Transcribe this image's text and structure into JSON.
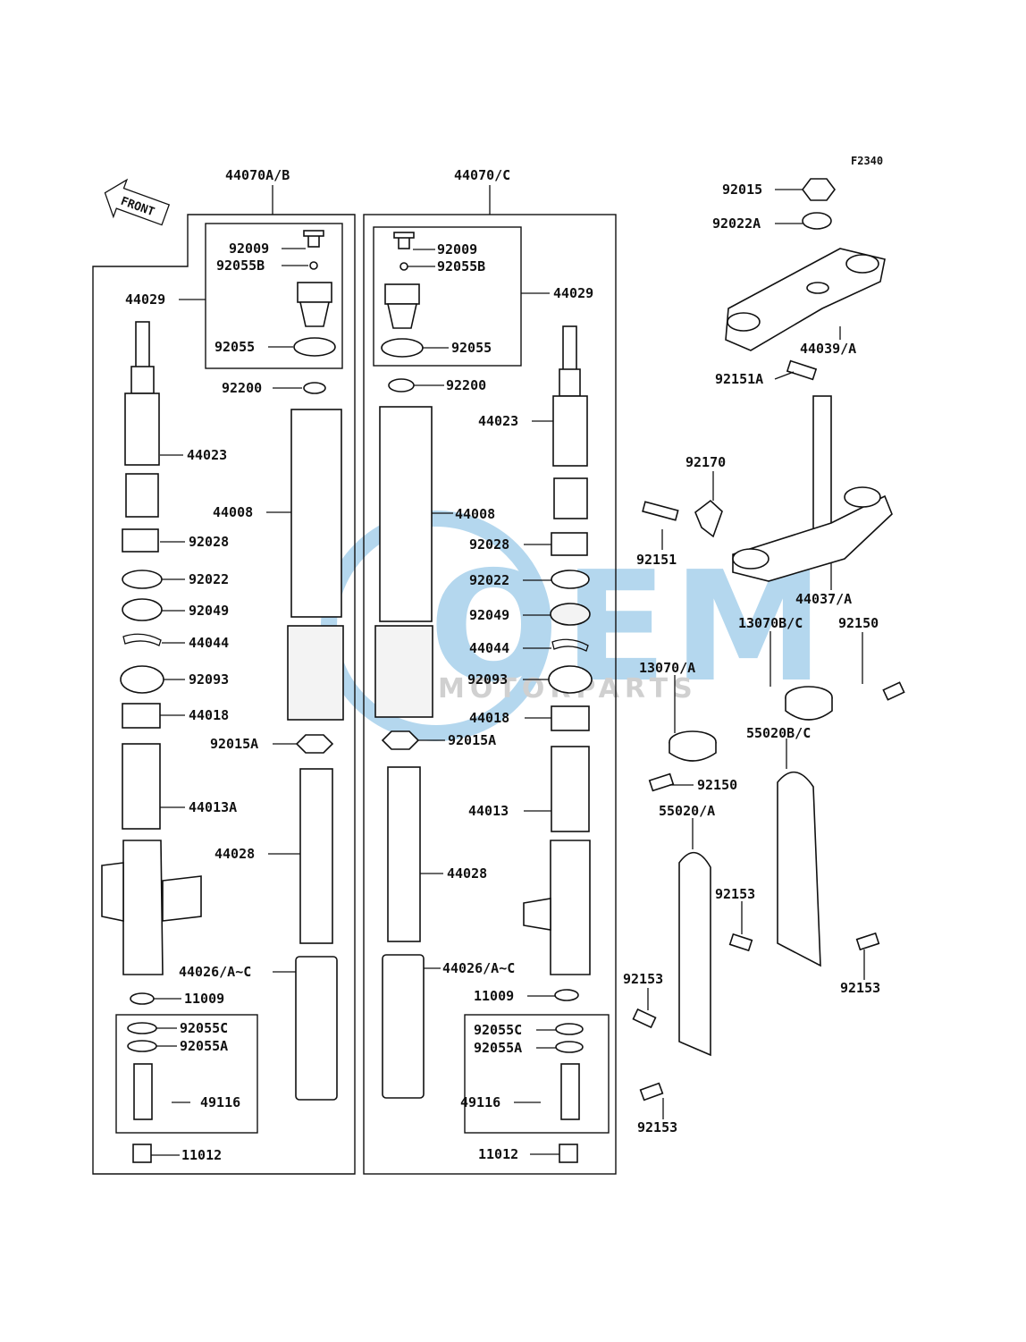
{
  "figure_code": "F2340",
  "front_label": "FRONT",
  "watermark": {
    "brand": "OEM",
    "sub": "MOTORPARTS",
    "color": "#2a8fd0"
  },
  "left_assembly": {
    "title": "44070A/B",
    "labels": {
      "p92009": "92009",
      "p92055B": "92055B",
      "p44029": "44029",
      "p92055": "92055",
      "p92200": "92200",
      "p44023": "44023",
      "p44008": "44008",
      "p92028": "92028",
      "p92022": "92022",
      "p92049": "92049",
      "p44044": "44044",
      "p92093": "92093",
      "p44018": "44018",
      "p92015A": "92015A",
      "p44013A": "44013A",
      "p44028": "44028",
      "p44026": "44026/A~C",
      "p11009": "11009",
      "p92055C": "92055C",
      "p92055A": "92055A",
      "p49116": "49116",
      "p11012": "11012"
    }
  },
  "right_assembly": {
    "title": "44070/C",
    "labels": {
      "p92009": "92009",
      "p92055B": "92055B",
      "p44029": "44029",
      "p92055": "92055",
      "p92200": "92200",
      "p44023": "44023",
      "p44008": "44008",
      "p92028": "92028",
      "p92022": "92022",
      "p92049": "92049",
      "p44044": "44044",
      "p92093": "92093",
      "p44018": "44018",
      "p92015A": "92015A",
      "p44013": "44013",
      "p44028": "44028",
      "p44026": "44026/A~C",
      "p11009": "11009",
      "p92055C": "92055C",
      "p92055A": "92055A",
      "p49116": "49116",
      "p11012": "11012"
    }
  },
  "steering": {
    "p92015": "92015",
    "p92022A": "92022A",
    "p44039": "44039/A",
    "p92151A": "92151A",
    "p92170": "92170",
    "p92151": "92151",
    "p44037": "44037/A",
    "p13070BC": "13070B/C",
    "p92150a": "92150",
    "p13070A": "13070/A",
    "p92150b": "92150",
    "p55020BC": "55020B/C",
    "p55020A": "55020/A",
    "p92153a": "92153",
    "p92153b": "92153",
    "p92153c": "92153",
    "p92153d": "92153"
  }
}
